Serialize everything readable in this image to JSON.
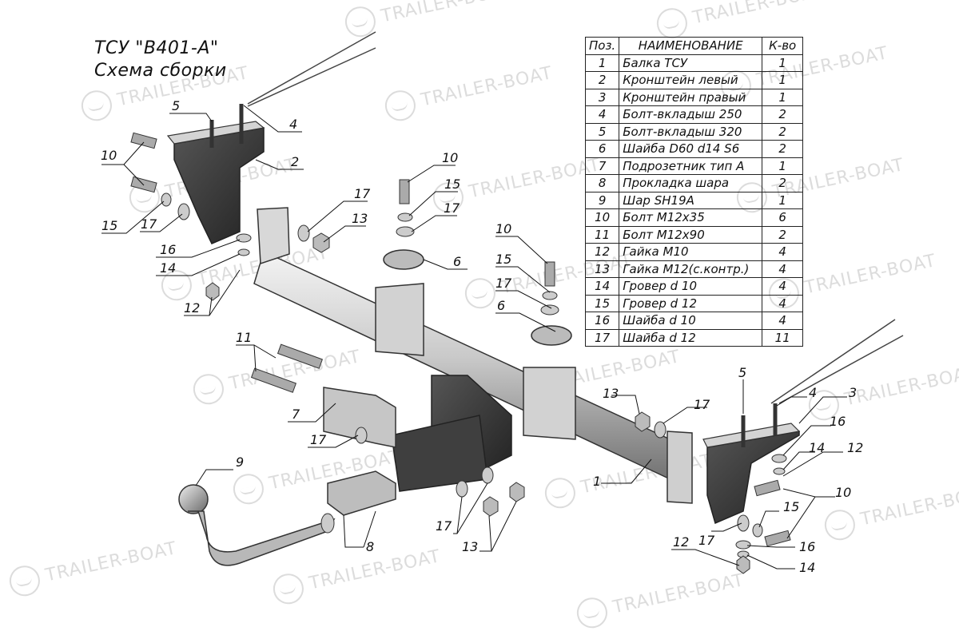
{
  "title_line1": "ТСУ \"B401-A\"",
  "title_line2": "Схема сборки",
  "watermark_text": "TRAILER-BOAT",
  "table": {
    "headers": [
      "Поз.",
      "НАИМЕНОВАНИЕ",
      "К-во"
    ],
    "rows": [
      {
        "pos": "1",
        "name": "Балка ТСУ",
        "qty": "1"
      },
      {
        "pos": "2",
        "name": "Кронштейн левый",
        "qty": "1"
      },
      {
        "pos": "3",
        "name": "Кронштейн правый",
        "qty": "1"
      },
      {
        "pos": "4",
        "name": "Болт-вкладыш 250",
        "qty": "2"
      },
      {
        "pos": "5",
        "name": "Болт-вкладыш 320",
        "qty": "2"
      },
      {
        "pos": "6",
        "name": "Шайба D60 d14 S6",
        "qty": "2"
      },
      {
        "pos": "7",
        "name": "Подрозетник тип А",
        "qty": "1"
      },
      {
        "pos": "8",
        "name": "Прокладка шара",
        "qty": "2"
      },
      {
        "pos": "9",
        "name": "Шар SH19A",
        "qty": "1"
      },
      {
        "pos": "10",
        "name": "Болт М12х35",
        "qty": "6"
      },
      {
        "pos": "11",
        "name": "Болт М12х90",
        "qty": "2"
      },
      {
        "pos": "12",
        "name": "Гайка М10",
        "qty": "4"
      },
      {
        "pos": "13",
        "name": "Гайка М12(с.контр.)",
        "qty": "4"
      },
      {
        "pos": "14",
        "name": "Гровер d 10",
        "qty": "4"
      },
      {
        "pos": "15",
        "name": "Гровер d 12",
        "qty": "4"
      },
      {
        "pos": "16",
        "name": "Шайба d 10",
        "qty": "4"
      },
      {
        "pos": "17",
        "name": "Шайба d 12",
        "qty": "11"
      }
    ]
  },
  "callouts": [
    {
      "id": "c5a",
      "text": "5"
    },
    {
      "id": "c4a",
      "text": "4"
    },
    {
      "id": "c2",
      "text": "2"
    },
    {
      "id": "c10a",
      "text": "10"
    },
    {
      "id": "c15a",
      "text": "15"
    },
    {
      "id": "c17a",
      "text": "17"
    },
    {
      "id": "c16a",
      "text": "16"
    },
    {
      "id": "c14a",
      "text": "14"
    },
    {
      "id": "c12a",
      "text": "12"
    },
    {
      "id": "c17b",
      "text": "17"
    },
    {
      "id": "c13a",
      "text": "13"
    },
    {
      "id": "c10b",
      "text": "10"
    },
    {
      "id": "c15b",
      "text": "15"
    },
    {
      "id": "c17c",
      "text": "17"
    },
    {
      "id": "c6a",
      "text": "6"
    },
    {
      "id": "c10c",
      "text": "10"
    },
    {
      "id": "c15c",
      "text": "15"
    },
    {
      "id": "c17d",
      "text": "17"
    },
    {
      "id": "c6b",
      "text": "6"
    },
    {
      "id": "c11",
      "text": "11"
    },
    {
      "id": "c7",
      "text": "7"
    },
    {
      "id": "c17e",
      "text": "17"
    },
    {
      "id": "c9",
      "text": "9"
    },
    {
      "id": "c8",
      "text": "8"
    },
    {
      "id": "c17f",
      "text": "17"
    },
    {
      "id": "c13b",
      "text": "13"
    },
    {
      "id": "c13c",
      "text": "13"
    },
    {
      "id": "c17g",
      "text": "17"
    },
    {
      "id": "c1",
      "text": "1"
    },
    {
      "id": "c5b",
      "text": "5"
    },
    {
      "id": "c4b",
      "text": "4"
    },
    {
      "id": "c3",
      "text": "3"
    },
    {
      "id": "c16b",
      "text": "16"
    },
    {
      "id": "c14b",
      "text": "14"
    },
    {
      "id": "c12b",
      "text": "12"
    },
    {
      "id": "c10d",
      "text": "10"
    },
    {
      "id": "c15d",
      "text": "15"
    },
    {
      "id": "c17h",
      "text": "17"
    },
    {
      "id": "c16c",
      "text": "16"
    },
    {
      "id": "c12c",
      "text": "12"
    },
    {
      "id": "c14c",
      "text": "14"
    }
  ]
}
